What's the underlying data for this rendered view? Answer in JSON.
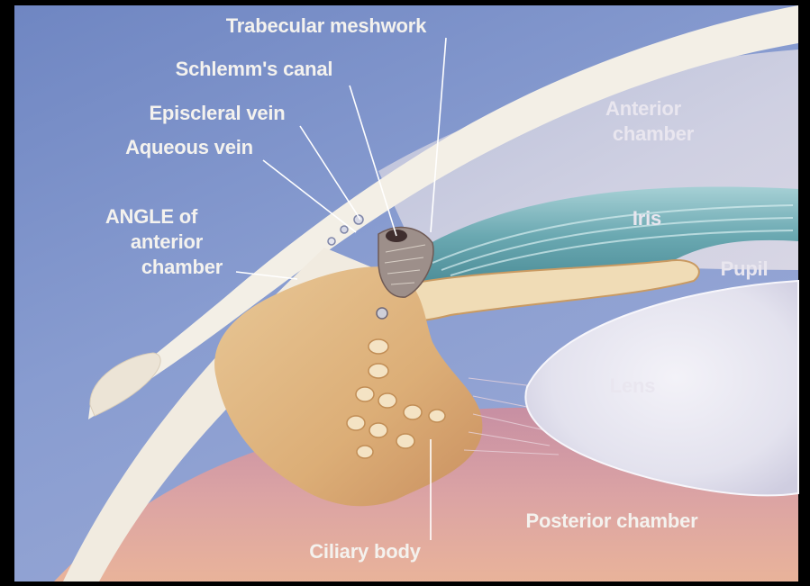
{
  "labels": {
    "trabecular_meshwork": "Trabecular meshwork",
    "schlemms_canal": "Schlemm's canal",
    "episcleral_vein": "Episcleral vein",
    "aqueous_vein": "Aqueous vein",
    "angle_line1": "ANGLE of",
    "angle_line2": "anterior",
    "angle_line3": "chamber",
    "anterior_chamber_line1": "Anterior",
    "anterior_chamber_line2": "chamber",
    "iris": "Iris",
    "pupil": "Pupil",
    "lens": "Lens",
    "posterior_chamber": "Posterior chamber",
    "ciliary_body": "Ciliary body"
  },
  "colors": {
    "background_frame": "#000000",
    "sky_blue": "#7d93c8",
    "sclera": "#f3efe6",
    "anterior_chamber": "#c7c9de",
    "iris_teal": "#7fb8bd",
    "ciliary_tan": "#e2c08e",
    "posterior_pink": "#d9a3a8",
    "lens": "#e9e8f1",
    "label_text": "#f4f2ee"
  }
}
